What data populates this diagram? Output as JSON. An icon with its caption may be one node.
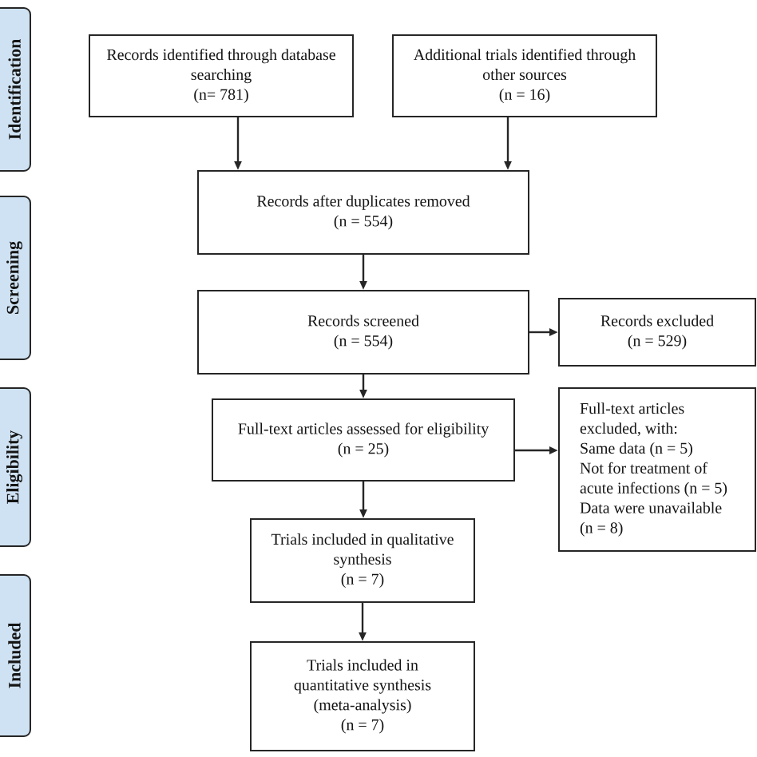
{
  "diagram": {
    "nodes": [
      {
        "text": [
          "Identification"
        ]
      },
      {
        "text": [
          "Screening"
        ]
      },
      {
        "text": [
          "Eligibility"
        ]
      },
      {
        "text": [
          "Included"
        ]
      },
      {
        "text": [
          "Records identified through database searching",
          "(n= 781)"
        ]
      },
      {
        "text": [
          "Additional trials identified through other sources",
          "(n = 16)"
        ]
      },
      {
        "text": [
          "Records after duplicates removed",
          "(n = 554)"
        ]
      },
      {
        "text": [
          "Records screened",
          "(n = 554)"
        ]
      },
      {
        "text": [
          "Records excluded",
          "(n = 529)"
        ]
      },
      {
        "text": [
          "Full-text articles assessed for eligibility",
          "(n = 25)"
        ]
      },
      {
        "text": [
          "Full-text articles excluded, with:",
          "Same data (n = 5)",
          "Not for treatment of acute infections (n = 5)",
          "Data were unavailable (n = 8)"
        ]
      },
      {
        "text": [
          "Trials included in qualitative synthesis",
          "(n = 7)"
        ]
      },
      {
        "text": [
          "Trials included in quantitative synthesis (meta-analysis)",
          "(n = 7)"
        ]
      }
    ],
    "edges": [
      {
        "from": 4,
        "to": 6,
        "arrow": "to"
      },
      {
        "from": 5,
        "to": 6,
        "arrow": "to"
      },
      {
        "from": 6,
        "to": 7,
        "arrow": "to"
      },
      {
        "from": 7,
        "to": 8,
        "arrow": "to"
      },
      {
        "from": 7,
        "to": 9,
        "arrow": "to"
      },
      {
        "from": 9,
        "to": 10,
        "arrow": "to"
      },
      {
        "from": 9,
        "to": 11,
        "arrow": "to"
      },
      {
        "from": 11,
        "to": 12,
        "arrow": "to"
      }
    ]
  }
}
